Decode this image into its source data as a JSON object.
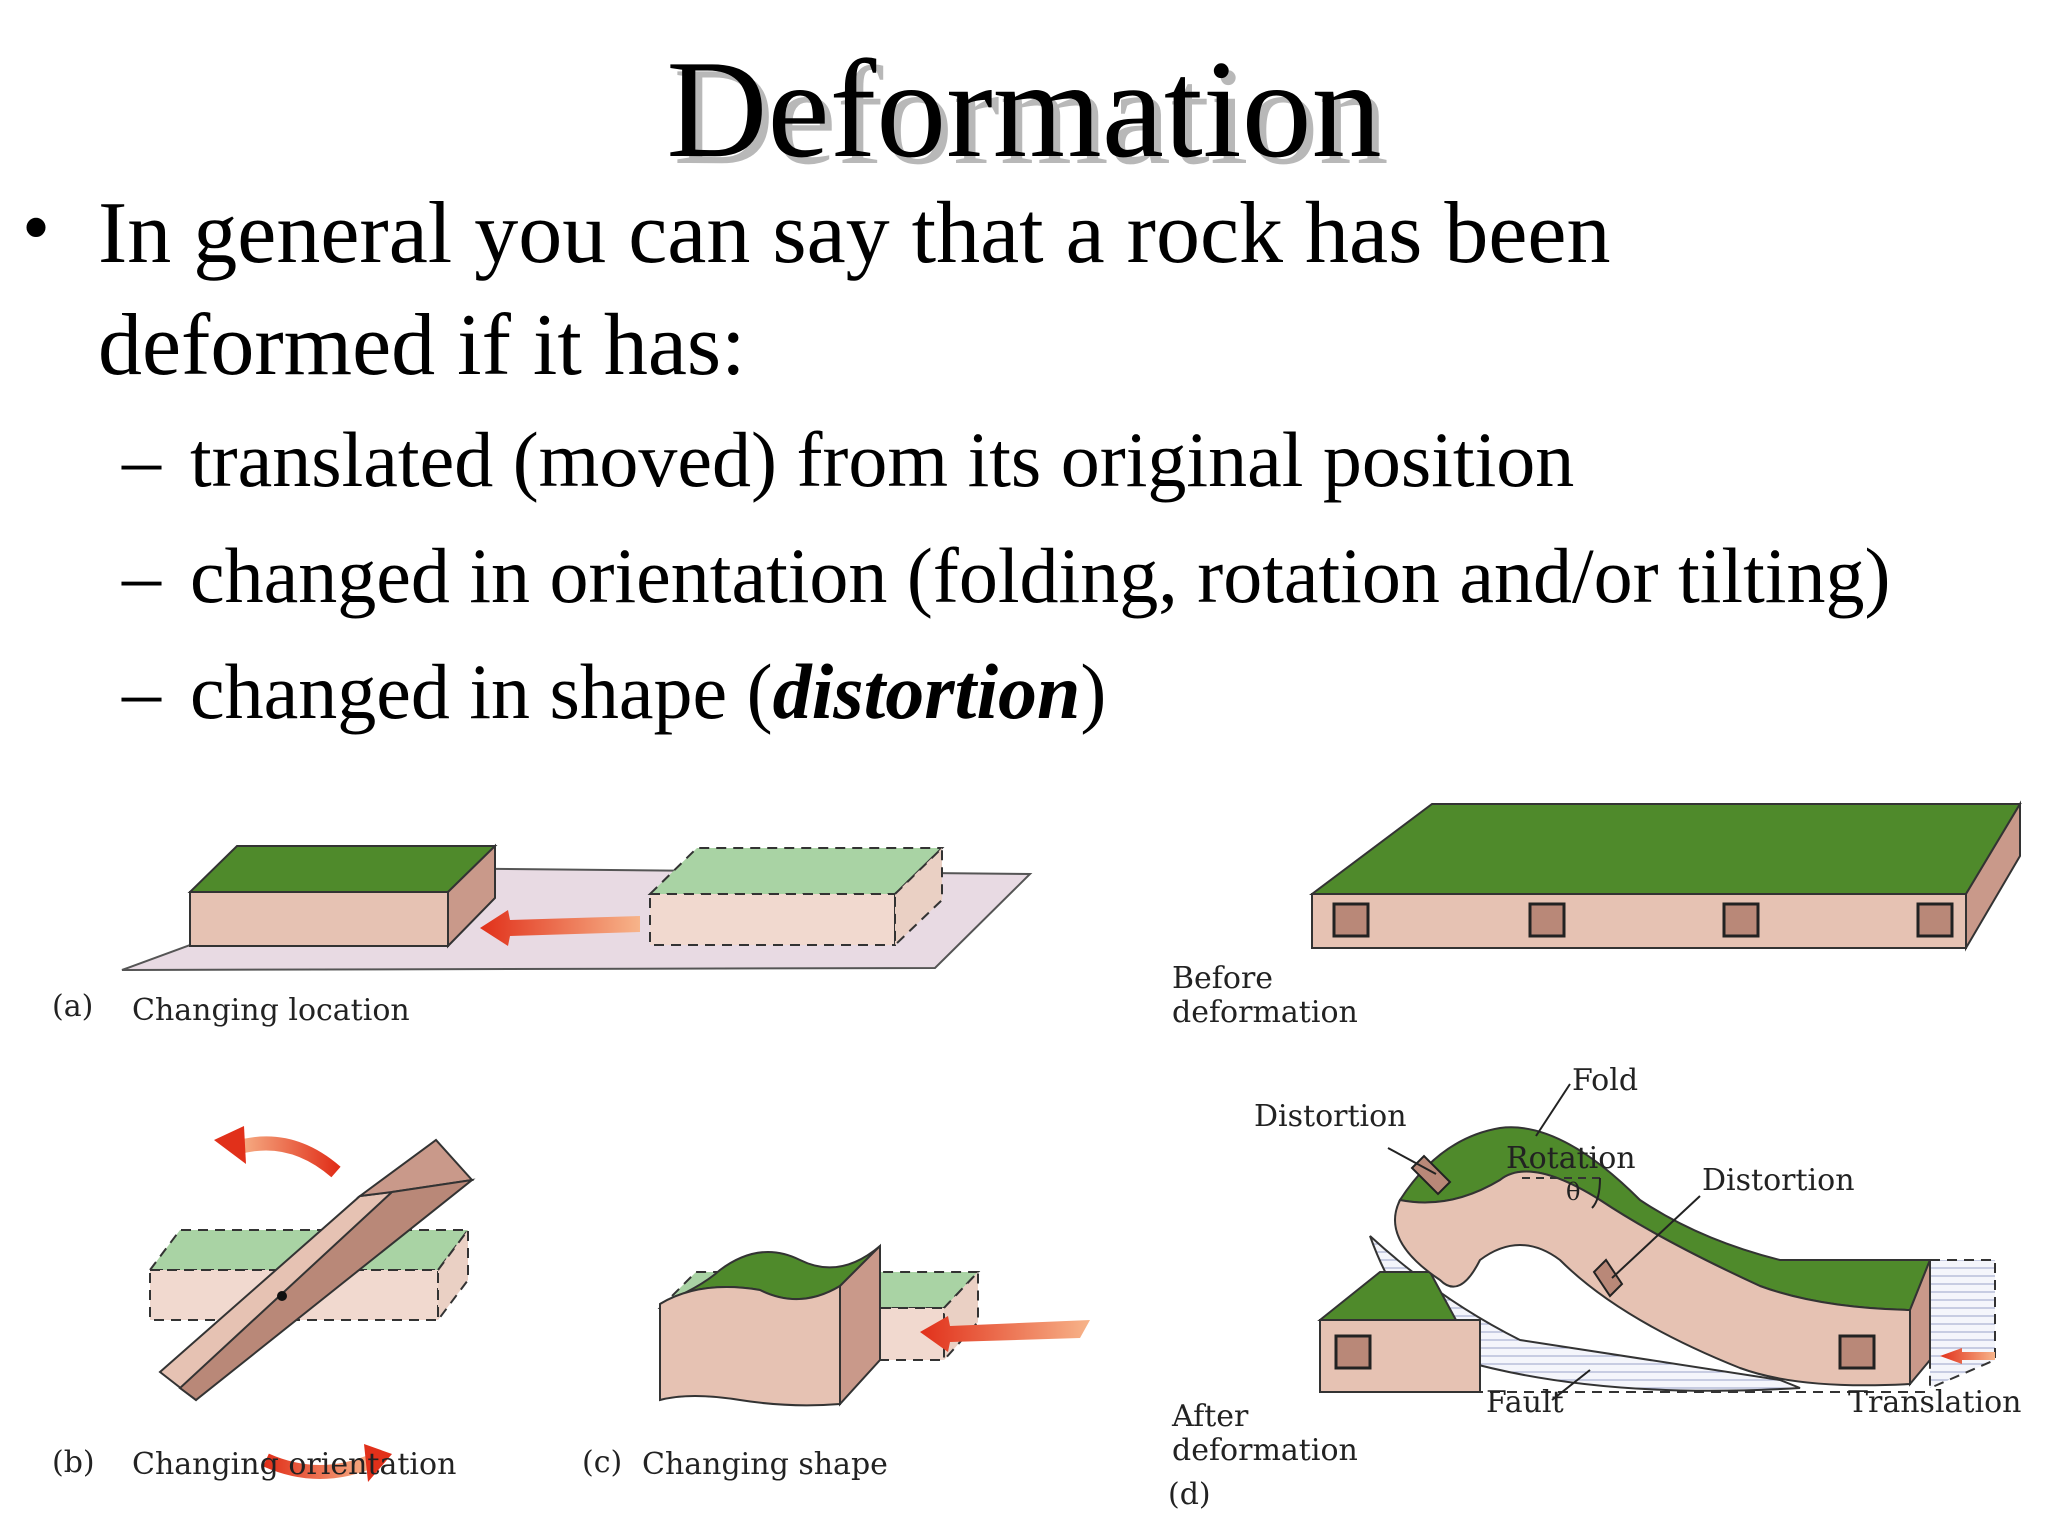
{
  "slide": {
    "title": "Deformation",
    "bullet": "In general you can say that a rock has been deformed if it has:",
    "subs": [
      {
        "text": "translated (moved) from its original position"
      },
      {
        "text": "changed in orientation (folding, rotation and/or tilting)"
      },
      {
        "text_before": "changed in shape (",
        "emphasis": "distortion",
        "text_after": ")"
      }
    ]
  },
  "figure": {
    "panel_a": {
      "letter": "(a)",
      "caption": "Changing location"
    },
    "panel_b": {
      "letter": "(b)",
      "caption": "Changing orientation"
    },
    "panel_c": {
      "letter": "(c)",
      "caption": "Changing shape"
    },
    "panel_d": {
      "letter": "(d)",
      "before_line1": "Before",
      "before_line2": "deformation",
      "after_line1": "After",
      "after_line2": "deformation",
      "labels": {
        "fold": "Fold",
        "distortion_left": "Distortion",
        "rotation": "Rotation",
        "theta": "θ",
        "distortion_right": "Distortion",
        "fault": "Fault",
        "translation": "Translation"
      }
    },
    "colors": {
      "grass": "#4f8a2b",
      "rock": "#e6c2b3",
      "rock_side": "#c9998a",
      "ghost_green": "#a9d3a4",
      "ghost_rock": "#f1d9cf",
      "plane": "#e8dae3",
      "arrow": "#e1301a"
    }
  }
}
